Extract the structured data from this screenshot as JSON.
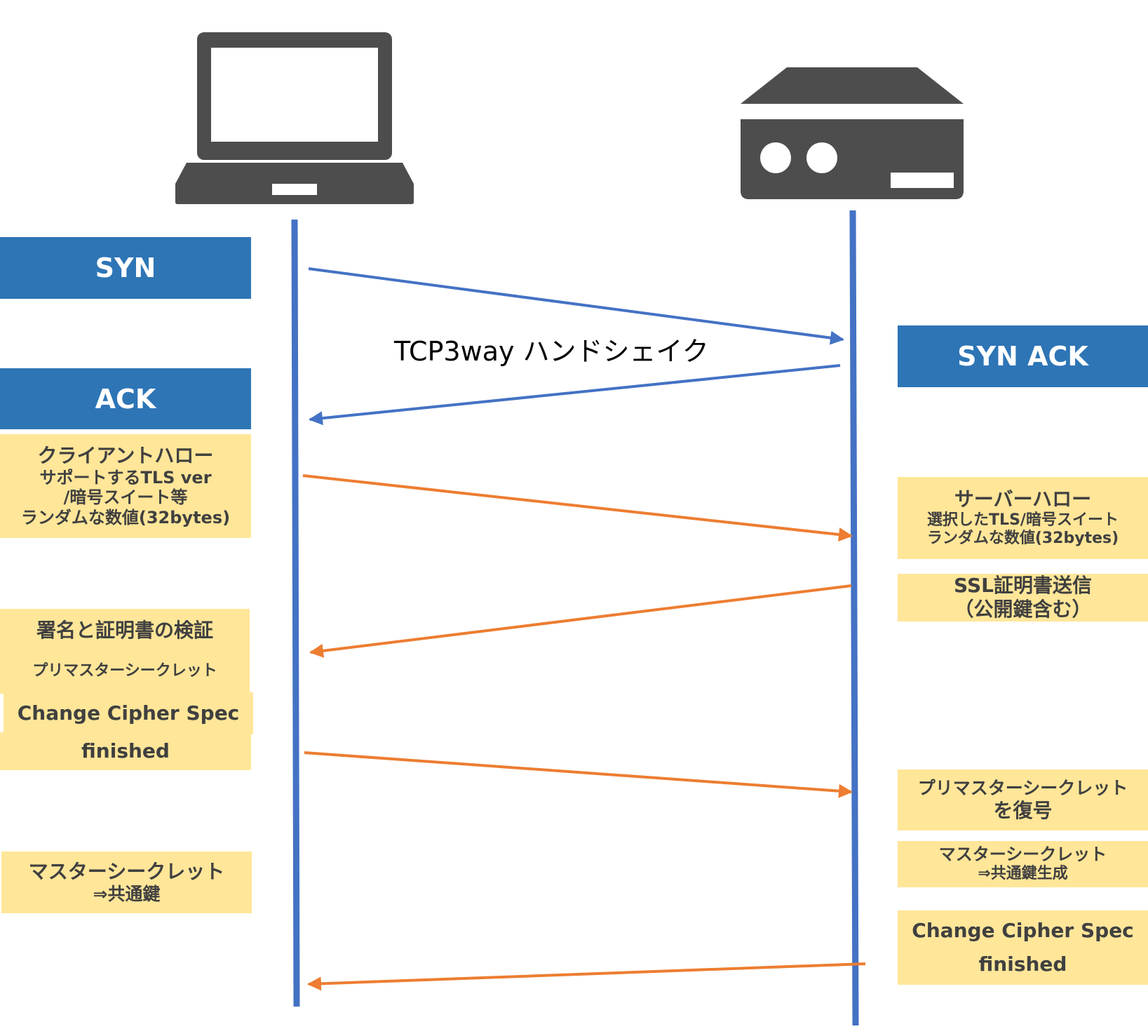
{
  "caption": "TCP3way ハンドシェイク",
  "colors": {
    "lifeline": "#4472c4",
    "tcp_arrow": "#4472c4",
    "tls_arrow": "#ed7d31",
    "label_blue": "#2e75b6",
    "label_yellow": "#ffe699",
    "icon": "#4d4d4d"
  },
  "icons": {
    "client": "laptop-icon",
    "server": "server-icon"
  },
  "labels": {
    "syn": "SYN",
    "syn_ack": "SYN ACK",
    "ack": "ACK",
    "client_hello": [
      "クライアントハロー",
      "サポートするTLS ver",
      "/暗号スイート等",
      "ランダムな数値(32bytes)"
    ],
    "server_hello": [
      "サーバーハロー",
      "選択したTLS/暗号スイート",
      "ランダムな数値(32bytes)"
    ],
    "ssl_cert": [
      "SSL証明書送信",
      "（公開鍵含む）"
    ],
    "verify": "署名と証明書の検証",
    "premaster": "プリマスターシークレット",
    "client_ccs": "Change Cipher Spec",
    "client_finished": "finished",
    "decrypt": [
      "プリマスターシークレット",
      "を復号"
    ],
    "server_master": [
      "マスターシークレット",
      "⇒共通鍵生成"
    ],
    "client_master": [
      "マスターシークレット",
      "⇒共通鍵"
    ],
    "server_ccs": "Change Cipher Spec",
    "server_finished": "finished"
  }
}
